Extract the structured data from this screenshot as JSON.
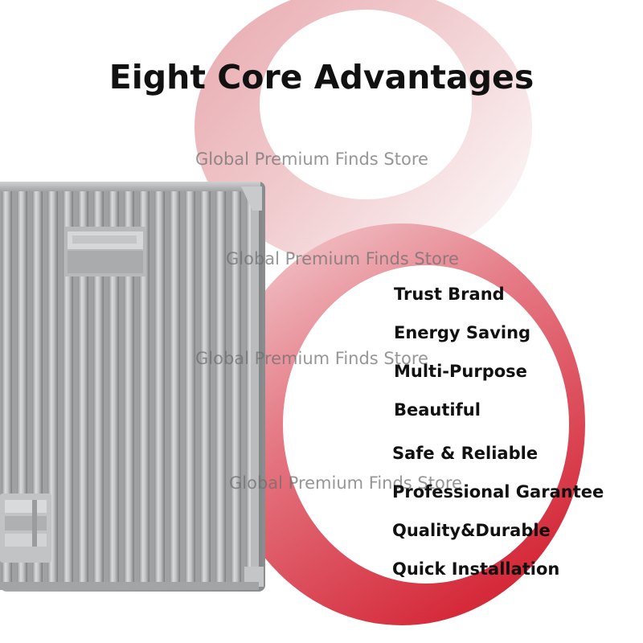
{
  "title": "Eight Core Advantages",
  "watermark": "Global Premium Finds Store",
  "advantages": [
    "Trust Brand",
    "Energy Saving",
    "Multi-Purpose",
    "Beautiful",
    "Safe & Reliable",
    "Professional Garantee",
    "Quality&Durable",
    "Quick Installation"
  ],
  "colors": {
    "accent": "#d6323f",
    "text": "#111111",
    "background": "#ffffff",
    "device": "#b3b5b7"
  },
  "icons": {
    "background_numeral": "large-red-digit-8-graphic",
    "device": "aluminum-heatsink-housing"
  }
}
